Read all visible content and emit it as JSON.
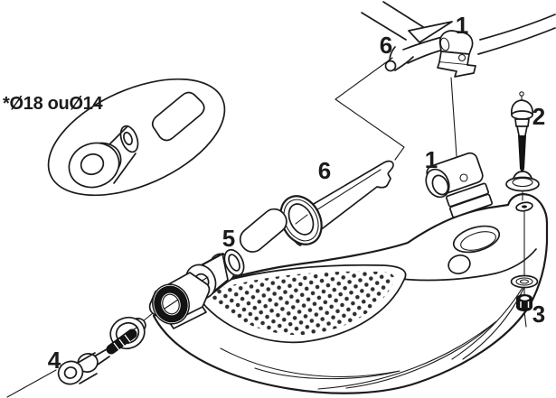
{
  "diagram": {
    "note": "*Ø18 ouØ14",
    "labels": {
      "clamp_top": "1",
      "handlebar_end": "6",
      "screw": "2",
      "clamp_mid": "1",
      "tube": "6",
      "bushing": "5",
      "bolt": "4",
      "nut": "3"
    },
    "colors": {
      "ink": "#1b1b1b",
      "fill_black": "#131313",
      "paper": "#ffffff"
    }
  }
}
